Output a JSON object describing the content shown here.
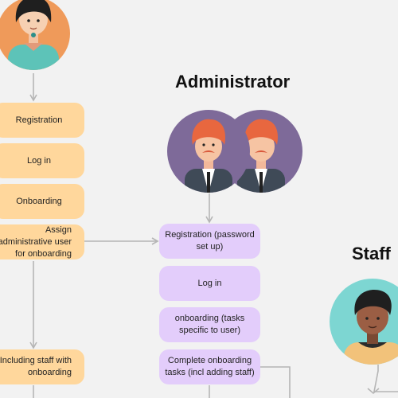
{
  "diagram": {
    "roles": {
      "administrator": "Administrator",
      "staff": "Staff"
    },
    "left_column": [
      "Registration",
      "Log in",
      "Onboarding",
      "Assign administrative user for onboarding",
      "Including staff with onboarding"
    ],
    "admin_column": [
      "Registration (password set up)",
      "Log in",
      "onboarding (tasks specific to user)",
      "Complete onboarding tasks (incl adding staff)"
    ],
    "colors": {
      "background": "#f2f2f2",
      "left_boxes": "#ffd79c",
      "admin_boxes": "#e3cdfb",
      "connector": "#b5b5b5",
      "user_avatar_bg": "#ef9a5a",
      "admin_avatar_bg": "#7e6a99",
      "staff_avatar_bg": "#7dd6d2"
    },
    "avatars": [
      "user-avatar",
      "administrator-avatar",
      "staff-avatar"
    ]
  }
}
